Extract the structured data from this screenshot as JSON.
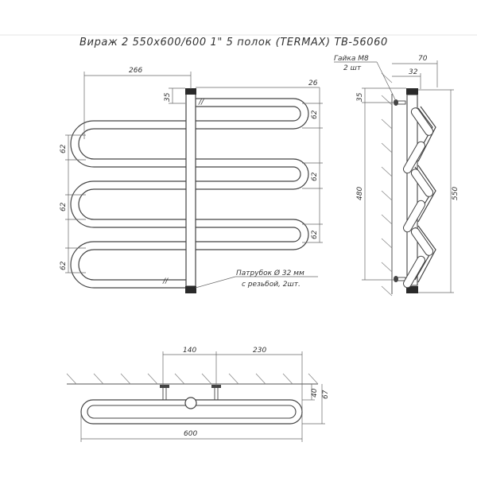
{
  "title": "Вираж 2 550х600/600 1\" 5 полок (TERMAX) TB-56060",
  "front_view": {
    "dim_width_top": "266",
    "dim_right_top": "26",
    "dim_top_offset": "35",
    "dim_right_pitches": [
      "62",
      "62",
      "62"
    ],
    "dim_left_pitches": [
      "62",
      "62",
      "62"
    ]
  },
  "side_view": {
    "dim_depth": "70",
    "dim_inner": "32",
    "dim_top_offset": "35",
    "dim_center_distance": "480",
    "dim_total_height": "550",
    "nut_label_line1": "Гайка М8",
    "nut_label_line2": "2 шт"
  },
  "pipe_note": {
    "line1": "Патрубок Ø 32 мм",
    "line2": "с резьбой, 2шт."
  },
  "top_view": {
    "dim_left": "140",
    "dim_right": "230",
    "dim_depth_small": "40",
    "dim_depth_total": "67",
    "dim_total_width": "600"
  }
}
